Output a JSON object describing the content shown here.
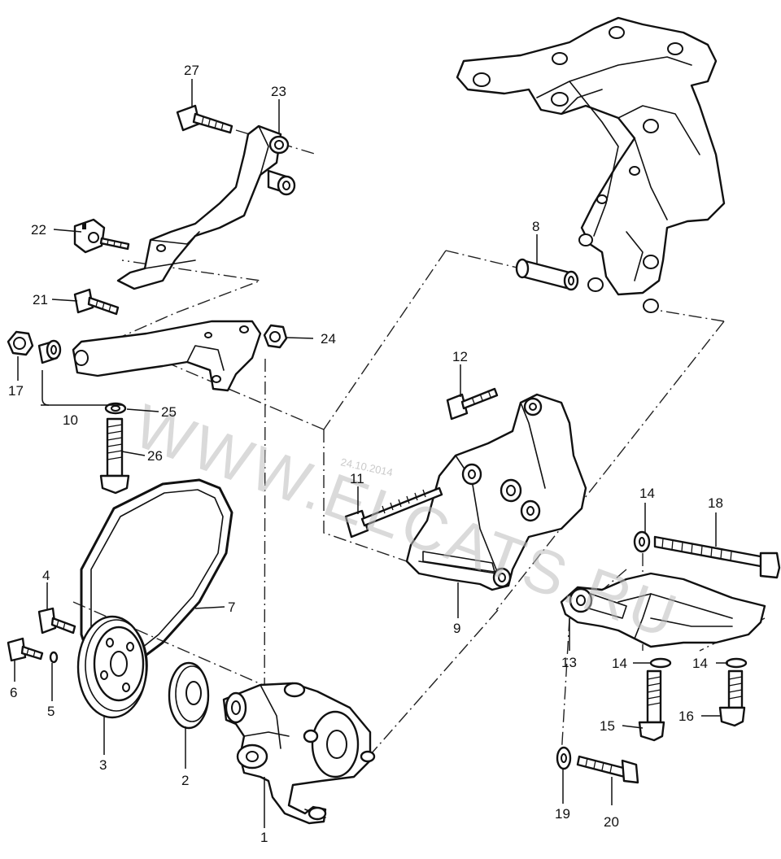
{
  "callouts": {
    "c1": "1",
    "c2": "2",
    "c3": "3",
    "c4": "4",
    "c5": "5",
    "c6": "6",
    "c7": "7",
    "c8": "8",
    "c9": "9",
    "c10": "10",
    "c11": "11",
    "c12": "12",
    "c13": "13",
    "c14a": "14",
    "c14b": "14",
    "c14c": "14",
    "c15": "15",
    "c16": "16",
    "c17": "17",
    "c18": "18",
    "c19": "19",
    "c20": "20",
    "c21": "21",
    "c22": "22",
    "c23": "23",
    "c24": "24",
    "c25": "25",
    "c26": "26",
    "c27": "27"
  },
  "watermark": {
    "text": "WWW.ELCATS.RU",
    "date": "24.10.2014"
  },
  "colors": {
    "line": "#111111",
    "background": "#ffffff",
    "watermark": "#bdbdbd"
  }
}
